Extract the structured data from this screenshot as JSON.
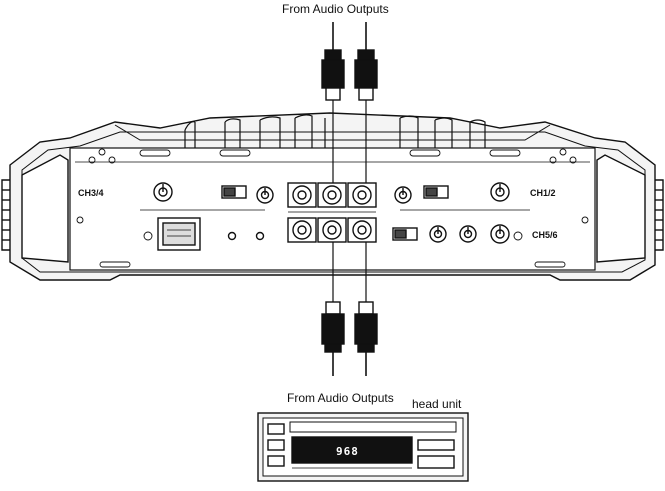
{
  "labels": {
    "top_source": "From Audio Outputs",
    "bottom_source": "From Audio Outputs",
    "head_unit": "head unit"
  },
  "head_unit_display": "968",
  "amplifier": {
    "left_channel": "CH3/4",
    "right_channel_top": "CH1/2",
    "right_channel_bottom": "CH5/6"
  },
  "icons": {
    "rca": "rca-plug-icon",
    "knob": "gain-knob-icon",
    "jack": "rca-jack-icon"
  }
}
